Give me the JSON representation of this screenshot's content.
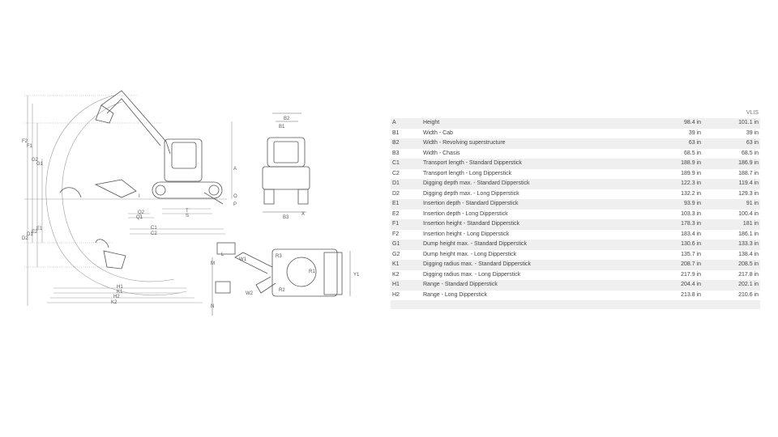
{
  "specs": {
    "column_headers": [
      "",
      "",
      "",
      "VLIS"
    ],
    "rows": [
      {
        "code": "A",
        "desc": "Height",
        "v1": "98.4 in",
        "v2": "101.1 in"
      },
      {
        "code": "B1",
        "desc": "Width - Cab",
        "v1": "39 in",
        "v2": "39 in"
      },
      {
        "code": "B2",
        "desc": "Width - Revolving superstructure",
        "v1": "63 in",
        "v2": "63 in"
      },
      {
        "code": "B3",
        "desc": "Width - Chasis",
        "v1": "68.5 in",
        "v2": "68.5 in"
      },
      {
        "code": "C1",
        "desc": "Transport length - Standard Dipperstick",
        "v1": "188.9 in",
        "v2": "186.9 in"
      },
      {
        "code": "C2",
        "desc": "Transport length - Long Dipperstick",
        "v1": "189.9 in",
        "v2": "188.7 in"
      },
      {
        "code": "D1",
        "desc": "Digging depth max. - Standard Dipperstick",
        "v1": "122.3 in",
        "v2": "119.4 in"
      },
      {
        "code": "D2",
        "desc": "Digging depth max. - Long Dipperstick",
        "v1": "132.2 in",
        "v2": "129.3 in"
      },
      {
        "code": "E1",
        "desc": "Insertion depth - Standard Dipperstick",
        "v1": "93.9 in",
        "v2": "91 in"
      },
      {
        "code": "E2",
        "desc": "Insertion depth - Long Dipperstick",
        "v1": "103.3 in",
        "v2": "100.4 in"
      },
      {
        "code": "F1",
        "desc": "Insertion height - Standard Dipperstick",
        "v1": "178.3 in",
        "v2": "181 in"
      },
      {
        "code": "F2",
        "desc": "Insertion height - Long Dipperstick",
        "v1": "183.4 in",
        "v2": "186.1 in"
      },
      {
        "code": "G1",
        "desc": "Dump height max. - Standard Dipperstick",
        "v1": "130.6 in",
        "v2": "133.3 in"
      },
      {
        "code": "G2",
        "desc": "Dump height max. - Long Dipperstick",
        "v1": "135.7 in",
        "v2": "138.4 in"
      },
      {
        "code": "K1",
        "desc": "Digging radius max. - Standard Dipperstick",
        "v1": "208.7 in",
        "v2": "208.5 in"
      },
      {
        "code": "K2",
        "desc": "Digging radius max. - Long Dipperstick",
        "v1": "217.9 in",
        "v2": "217.8 in"
      },
      {
        "code": "H1",
        "desc": "Range - Standard Dipperstick",
        "v1": "204.4 in",
        "v2": "202.1 in"
      },
      {
        "code": "H2",
        "desc": "Range - Long Dipperstick",
        "v1": "213.8 in",
        "v2": "210.6 in"
      }
    ]
  },
  "diagram": {
    "labels": {
      "F2": "F2",
      "F1": "F1",
      "G2": "G2",
      "G1": "G1",
      "D2": "D2",
      "D1": "D1",
      "E2": "E2",
      "E1": "E1",
      "A": "A",
      "B2": "B2",
      "B1": "B1",
      "B3": "B3",
      "X": "X",
      "Q2": "Q2",
      "Q1": "Q1",
      "T": "T",
      "S": "S",
      "P": "P",
      "O": "O",
      "I": "I",
      "C1": "C1",
      "C2": "C2",
      "H1": "H1",
      "K1": "K1",
      "H2": "H2",
      "K2": "K2",
      "M": "M",
      "N": "N",
      "L": "L",
      "W1": "W1",
      "W2": "W2",
      "R1": "R1",
      "R2": "R2",
      "R3": "R3",
      "Y1": "Y1"
    }
  }
}
